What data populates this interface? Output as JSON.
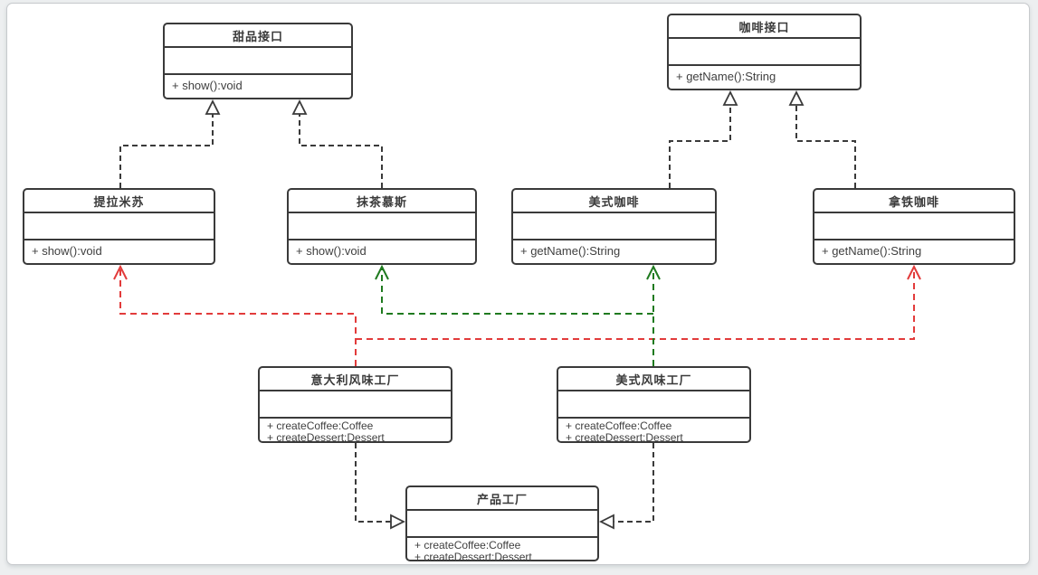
{
  "diagram": {
    "kind": "uml-class-diagram",
    "pattern": "abstract-factory",
    "colors": {
      "line": "#3a3a3a",
      "dependency_red": "#e23b3b",
      "dependency_green": "#1f7a1f",
      "box_border": "#3a3a3a",
      "box_fill": "#ffffff",
      "canvas_bg": "#ffffff",
      "page_bg": "#edeff0"
    },
    "nodes": [
      {
        "id": "dessert-interface",
        "title": "甜品接口",
        "methods": [
          "+ show():void"
        ]
      },
      {
        "id": "coffee-interface",
        "title": "咖啡接口",
        "methods": [
          "+ getName():String"
        ]
      },
      {
        "id": "tiramisu",
        "title": "提拉米苏",
        "methods": [
          "+ show():void"
        ]
      },
      {
        "id": "matcha-mousse",
        "title": "抹茶慕斯",
        "methods": [
          "+ show():void"
        ]
      },
      {
        "id": "american-coffee",
        "title": "美式咖啡",
        "methods": [
          "+ getName():String"
        ]
      },
      {
        "id": "latte-coffee",
        "title": "拿铁咖啡",
        "methods": [
          "+ getName():String"
        ]
      },
      {
        "id": "italian-factory",
        "title": "意大利风味工厂",
        "methods": [
          "+ createCoffee:Coffee",
          "+ createDessert:Dessert"
        ]
      },
      {
        "id": "american-factory",
        "title": "美式风味工厂",
        "methods": [
          "+ createCoffee:Coffee",
          "+ createDessert:Dessert"
        ]
      },
      {
        "id": "product-factory",
        "title": "产品工厂",
        "methods": [
          "+ createCoffee:Coffee",
          "+ createDessert:Dessert"
        ]
      }
    ],
    "edges": [
      {
        "from": "提拉米苏",
        "to": "甜品接口",
        "type": "realization",
        "style": "dashed",
        "color": "#3a3a3a"
      },
      {
        "from": "抹茶慕斯",
        "to": "甜品接口",
        "type": "realization",
        "style": "dashed",
        "color": "#3a3a3a"
      },
      {
        "from": "美式咖啡",
        "to": "咖啡接口",
        "type": "realization",
        "style": "dashed",
        "color": "#3a3a3a"
      },
      {
        "from": "拿铁咖啡",
        "to": "咖啡接口",
        "type": "realization",
        "style": "dashed",
        "color": "#3a3a3a"
      },
      {
        "from": "意大利风味工厂",
        "to": "产品工厂",
        "type": "realization",
        "style": "dashed",
        "color": "#3a3a3a"
      },
      {
        "from": "美式风味工厂",
        "to": "产品工厂",
        "type": "realization",
        "style": "dashed",
        "color": "#3a3a3a"
      },
      {
        "from": "意大利风味工厂",
        "to": "提拉米苏",
        "type": "dependency",
        "style": "dashed",
        "color": "#e23b3b"
      },
      {
        "from": "意大利风味工厂",
        "to": "拿铁咖啡",
        "type": "dependency",
        "style": "dashed",
        "color": "#e23b3b"
      },
      {
        "from": "美式风味工厂",
        "to": "美式咖啡",
        "type": "dependency",
        "style": "dashed",
        "color": "#1f7a1f"
      },
      {
        "from": "美式风味工厂",
        "to": "抹茶慕斯",
        "type": "dependency",
        "style": "dashed",
        "color": "#1f7a1f"
      }
    ]
  }
}
